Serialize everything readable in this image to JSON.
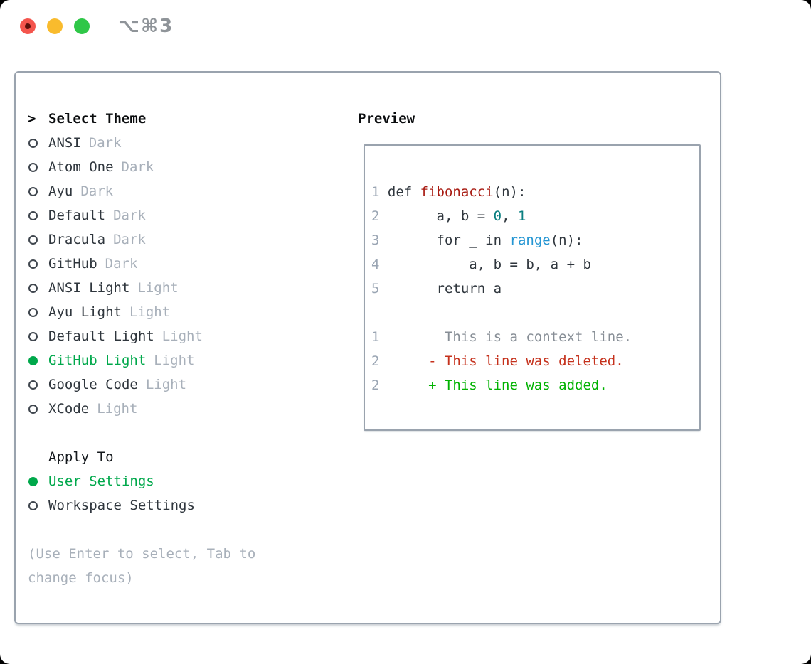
{
  "window": {
    "title": "⌥⌘3"
  },
  "theme_panel": {
    "header_marker": ">",
    "header": "Select Theme",
    "themes": [
      {
        "name": "ANSI",
        "variant": "Dark",
        "selected": false
      },
      {
        "name": "Atom One",
        "variant": "Dark",
        "selected": false
      },
      {
        "name": "Ayu",
        "variant": "Dark",
        "selected": false
      },
      {
        "name": "Default",
        "variant": "Dark",
        "selected": false
      },
      {
        "name": "Dracula",
        "variant": "Dark",
        "selected": false
      },
      {
        "name": "GitHub",
        "variant": "Dark",
        "selected": false
      },
      {
        "name": "ANSI Light",
        "variant": "Light",
        "selected": false
      },
      {
        "name": "Ayu Light",
        "variant": "Light",
        "selected": false
      },
      {
        "name": "Default Light",
        "variant": "Light",
        "selected": false
      },
      {
        "name": "GitHub Light",
        "variant": "Light",
        "selected": true
      },
      {
        "name": "Google Code",
        "variant": "Light",
        "selected": false
      },
      {
        "name": "XCode",
        "variant": "Light",
        "selected": false
      }
    ],
    "apply_to": {
      "header": "Apply To",
      "options": [
        {
          "name": "User Settings",
          "selected": true
        },
        {
          "name": "Workspace Settings",
          "selected": false
        }
      ]
    },
    "hint": "(Use Enter to select, Tab to change focus)"
  },
  "preview": {
    "header": "Preview",
    "lines": [
      {
        "no": "1",
        "segs": [
          [
            "def ",
            "k"
          ],
          [
            "fibonacci",
            "fn"
          ],
          [
            "(n):",
            "d"
          ]
        ]
      },
      {
        "no": "2",
        "segs": [
          [
            "      a, b = ",
            "d"
          ],
          [
            "0",
            "n"
          ],
          [
            ", ",
            "d"
          ],
          [
            "1",
            "n"
          ]
        ]
      },
      {
        "no": "3",
        "segs": [
          [
            "      for _ in ",
            "d"
          ],
          [
            "range",
            "b"
          ],
          [
            "(n):",
            "d"
          ]
        ]
      },
      {
        "no": "4",
        "segs": [
          [
            "          a, b = b, a + b",
            "d"
          ]
        ]
      },
      {
        "no": "5",
        "segs": [
          [
            "      return a",
            "d"
          ]
        ]
      },
      {
        "no": "",
        "segs": []
      },
      {
        "no": "1",
        "segs": [
          [
            "       This is a context line.",
            "x"
          ]
        ]
      },
      {
        "no": "2",
        "segs": [
          [
            "     - This line was deleted.",
            "r"
          ]
        ]
      },
      {
        "no": "2",
        "segs": [
          [
            "     + This line was added.",
            "g"
          ]
        ]
      }
    ]
  },
  "colors": {
    "accent_selected_green": "#00a84b",
    "diff_added_green": "#00b200",
    "diff_deleted_red": "#c5311c",
    "context_gray": "#878e96",
    "function_name_red": "#a81b12",
    "number_teal": "#0a7f80",
    "builtin_blue": "#2596d3",
    "line_number_gray": "#9aa5b3",
    "muted_gray": "#a8b0ba",
    "text_dark": "#2f363d",
    "panel_border": "#9aa3ae",
    "traffic_red": "#f4554d",
    "traffic_yellow": "#f9bb2d",
    "traffic_green": "#2fc748"
  }
}
